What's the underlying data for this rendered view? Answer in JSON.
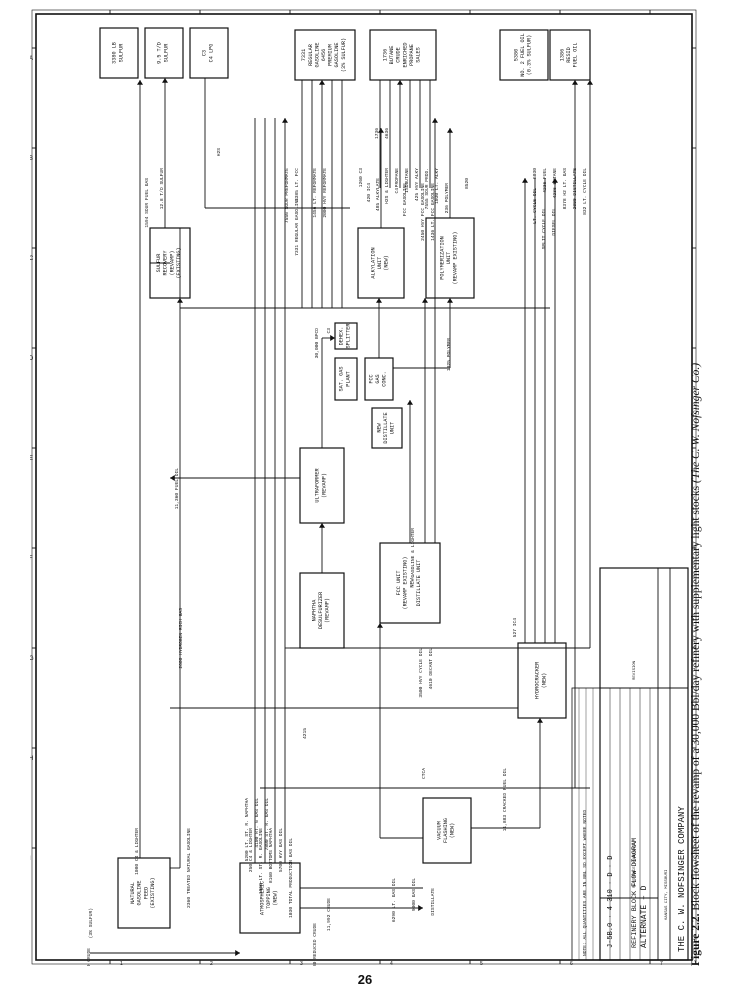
{
  "figure": {
    "caption_label": "Figure 2.2.",
    "caption_text": "Block flowsheet of the revamp of a 30,000 Bbl/day refinery with supplementary light stocks",
    "caption_credit": "(The C. W. Nofsinger Co.)",
    "page_number": "26"
  },
  "title_block": {
    "company": "THE C. W. NOFSINGER COMPANY",
    "company_sub": "KANSAS CITY, MISSOURI",
    "title_line1": "ALTERNATE – D",
    "title_line2": "REFINERY BLOCK FLOW DIAGRAM",
    "drawing_no": "J-5B.0 · 4  310 · D · D",
    "note": "NOTE: ALL QUANTITIES ARE IN BBL SD EXCEPT WHERE NOTED",
    "rev_header": "REVISION",
    "ref_header": "REFERENCE DRAWINGS"
  },
  "units": [
    {
      "id": "ng",
      "label": [
        "NATURAL",
        "GASOLINE",
        "FEED",
        "(EXISTING)"
      ]
    },
    {
      "id": "atm",
      "label": [
        "ATMOSPHERIC",
        "TOPPING",
        "(NEW)"
      ]
    },
    {
      "id": "vac",
      "label": [
        "VACUUM",
        "FLASHING",
        "(NEW)"
      ]
    },
    {
      "id": "hyd",
      "label": [
        "HYDROCRACKER",
        "(NEW)"
      ]
    },
    {
      "id": "ndes",
      "label": [
        "NAPHTHA",
        "DESULFURIZER",
        "(REVAMP)"
      ]
    },
    {
      "id": "fcc",
      "label": [
        "FCC UNIT",
        "(REVAMP EXISTING)",
        "NEW",
        "DISTILLATE UNIT"
      ]
    },
    {
      "id": "ultra",
      "label": [
        "ULTRAFORMER",
        "(REVAMP)"
      ]
    },
    {
      "id": "sulf",
      "label": [
        "SULFUR",
        "RECOVERY",
        "(REVAMP)",
        "(EXISTING)"
      ]
    },
    {
      "id": "alky",
      "label": [
        "ALKYLATION",
        "UNIT",
        "(NEW)"
      ]
    },
    {
      "id": "poly",
      "label": [
        "POLYMERIZATION",
        "UNIT",
        "(REVAMP EXISTING)"
      ]
    },
    {
      "id": "gasconc",
      "label": [
        "FCC",
        "GAS",
        "CONC."
      ]
    },
    {
      "id": "satgas",
      "label": [
        "SAT. GAS",
        "PLANT"
      ]
    },
    {
      "id": "newdist",
      "label": [
        "NEW",
        "DISTILLATE",
        "UNIT"
      ]
    },
    {
      "id": "dehex",
      "label": [
        "DEHEX.",
        "SPLITTER"
      ]
    },
    {
      "id": "products_gas",
      "label": [
        "7331",
        "REGULAR",
        "GASOLINE",
        "6456",
        "PREMIUM",
        "GASOLINE",
        "(3% SULFUR)"
      ]
    },
    {
      "id": "products_lpg",
      "label": [
        "1736",
        "BUTANE",
        "CRUDE",
        "ENRICHED",
        "PROPANE",
        "SALES"
      ]
    },
    {
      "id": "products_fuel",
      "label": [
        "5380",
        "NO. 2 FUEL OIL",
        "(0.3% SULFUR)"
      ]
    },
    {
      "id": "products_resid",
      "label": [
        "1386",
        "RESID",
        "FUEL OIL"
      ]
    },
    {
      "id": "products_sulfur",
      "label": [
        "3380 LB",
        "SULFUR"
      ]
    },
    {
      "id": "products_sulf2",
      "label": [
        "9.5 T/D",
        "SULFUR"
      ]
    },
    {
      "id": "products_c3",
      "label": [
        "C3",
        "C4 LPG"
      ]
    }
  ],
  "streams": [
    "1080 C4 & LIGHTER",
    "2360 TREATED NATURAL GASOLINE",
    "250 C4 & LIGHTER",
    "1850 LT. ST. R. GASOLINE",
    "2600 HYDROGEN RICH GAS",
    "8160 BOTTOMS NAPHTHA",
    "5700 HVY GAS OIL",
    "1030 TOTAL PRODUCTION GAS OIL",
    "30,000 CRUDE",
    "1780 REDUCED CRUDE",
    "4215",
    "CTCA",
    "9000 GAS OIL",
    "DISTILLATE",
    "6290 LT. GAS OIL",
    "11,360 FUEL OIL",
    "1594 SOUR FUEL GAS",
    "12.8 T/D SULFUR",
    "H2S",
    "1456 LT. REFORMATE",
    "2000 HVY REFORMATE",
    "485 ALKYLATE",
    "420 IC4",
    "236 POLYMER",
    "2450 HVY FCC GASOLINE",
    "1436 LT. FCC GASOLINE",
    "FCC GASOLINE",
    "3500 HVY CYCLE OIL",
    "4610 DECANT OIL",
    "527 IC4",
    "11,992 CRUDE",
    "5030",
    "4236 FUEL",
    "4236 BUTANE",
    "8378 H2 LT. GAS",
    "2000 DISTILLATE",
    "832 LT. CYCLE OIL",
    "11,883 CRACKED FUEL OIL",
    "7556 SOUR PREFORMATE",
    "1385 LT. FCC",
    "1025 POLYMER",
    "7331 REGULAR GASOLINE",
    "(3% SULFUR)",
    "30,000 BPCD",
    "C3",
    "C4",
    "GASOLINE & LIGHTER",
    "SPLIT CYCLE OIL",
    "DIESEL OIL",
    "LT. CYCLE OIL",
    "H2S & LIGHTER",
    "PROPANE",
    "ISOBUTANE",
    "1736",
    "4636",
    "425 HVY ALKY",
    "7555 SOUR PROD.",
    "1030 LT. ALKY",
    "1260 C3",
    "8520",
    "5200 LT. ST. R. NAPHTHA",
    "4100 RT. 6 GAS OIL",
    "7800 ST. R. GAS OIL"
  ],
  "edge_marks": [
    "A",
    "B",
    "C",
    "D",
    "E",
    "F",
    "G",
    "H",
    "I",
    "1",
    "2",
    "3",
    "4",
    "5",
    "6",
    "7",
    "8",
    "9"
  ]
}
